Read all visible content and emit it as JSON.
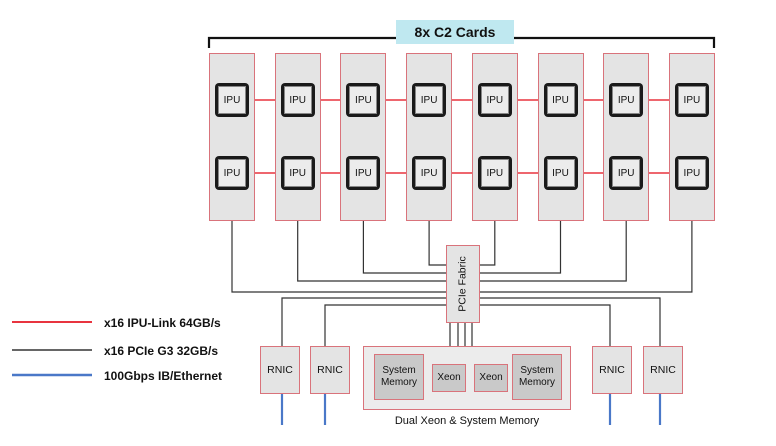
{
  "diagram": {
    "title": "8x C2 Cards",
    "card_count": 8,
    "chip_label": "IPU",
    "fabric_label": "PCIe Fabric",
    "rnic_label": "RNIC",
    "system_memory_label": "System Memory",
    "xeon_label": "Xeon",
    "xeon_group_caption": "Dual Xeon & System Memory"
  },
  "legend": [
    {
      "label": "x16 IPU-Link 64GB/s",
      "color": "#e8343f"
    },
    {
      "label": "x16 PCIe G3 32GB/s",
      "color": "#333333"
    },
    {
      "label": "100Gbps IB/Ethernet",
      "color": "#4a78c8"
    }
  ],
  "colors": {
    "ipu_link": "#e8343f",
    "pcie": "#333333",
    "network": "#4a78c8",
    "box_border": "#d9737b",
    "title_bg": "#bfe8f0"
  }
}
